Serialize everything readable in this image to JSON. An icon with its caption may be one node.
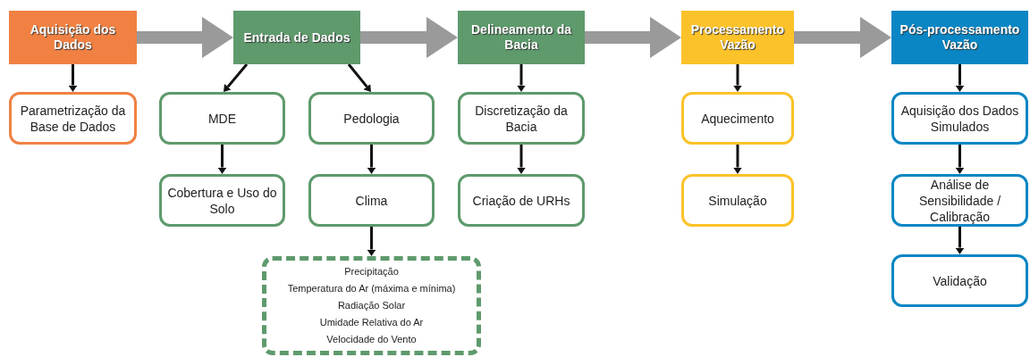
{
  "diagram": {
    "nodes": [
      {
        "text": [
          "Aquisição dos Dados"
        ]
      },
      {
        "text": [
          "Entrada de Dados"
        ]
      },
      {
        "text": [
          "Delineamento da Bacia"
        ]
      },
      {
        "text": [
          "Processamento Vazão"
        ]
      },
      {
        "text": [
          "Pós-processamento Vazão"
        ]
      },
      {
        "text": [
          "Parametrização da Base de Dados"
        ]
      },
      {
        "text": [
          "MDE"
        ]
      },
      {
        "text": [
          "Pedologia"
        ]
      },
      {
        "text": [
          "Discretização da Bacia"
        ]
      },
      {
        "text": [
          "Aquecimento"
        ]
      },
      {
        "text": [
          "Aquisição dos Dados Simulados"
        ]
      },
      {
        "text": [
          "Cobertura e Uso do Solo"
        ]
      },
      {
        "text": [
          "Clima"
        ]
      },
      {
        "text": [
          "Criação de URHs"
        ]
      },
      {
        "text": [
          "Simulação"
        ]
      },
      {
        "text": [
          "Análise de Sensibilidade / Calibração"
        ]
      },
      {
        "text": [
          "Validação"
        ]
      },
      {
        "text": [
          "Precipitação",
          "Temperatura do Ar (máxima e mínima)",
          "Radiação Solar",
          "Umidade Relativa do Ar",
          "Velocidade do Vento"
        ]
      }
    ],
    "edges": [
      {
        "from": 0,
        "to": 1,
        "arrow": "to",
        "style": "thick",
        "color": "#999a99"
      },
      {
        "from": 1,
        "to": 2,
        "arrow": "to",
        "style": "thick",
        "color": "#999a99"
      },
      {
        "from": 2,
        "to": 3,
        "arrow": "to",
        "style": "thick",
        "color": "#999a99"
      },
      {
        "from": 3,
        "to": 4,
        "arrow": "to",
        "style": "thick",
        "color": "#999a99"
      },
      {
        "from": 0,
        "to": 5,
        "arrow": "to"
      },
      {
        "from": 1,
        "to": 6,
        "arrow": "to"
      },
      {
        "from": 1,
        "to": 7,
        "arrow": "to"
      },
      {
        "from": 6,
        "to": 11,
        "arrow": "to"
      },
      {
        "from": 7,
        "to": 12,
        "arrow": "to"
      },
      {
        "from": 12,
        "to": 17,
        "arrow": "to"
      },
      {
        "from": 2,
        "to": 8,
        "arrow": "to"
      },
      {
        "from": 8,
        "to": 13,
        "arrow": "to"
      },
      {
        "from": 3,
        "to": 9,
        "arrow": "to"
      },
      {
        "from": 9,
        "to": 14,
        "arrow": "to"
      },
      {
        "from": 4,
        "to": 10,
        "arrow": "to"
      },
      {
        "from": 10,
        "to": 15,
        "arrow": "to"
      },
      {
        "from": 15,
        "to": 16,
        "arrow": "to"
      }
    ]
  }
}
